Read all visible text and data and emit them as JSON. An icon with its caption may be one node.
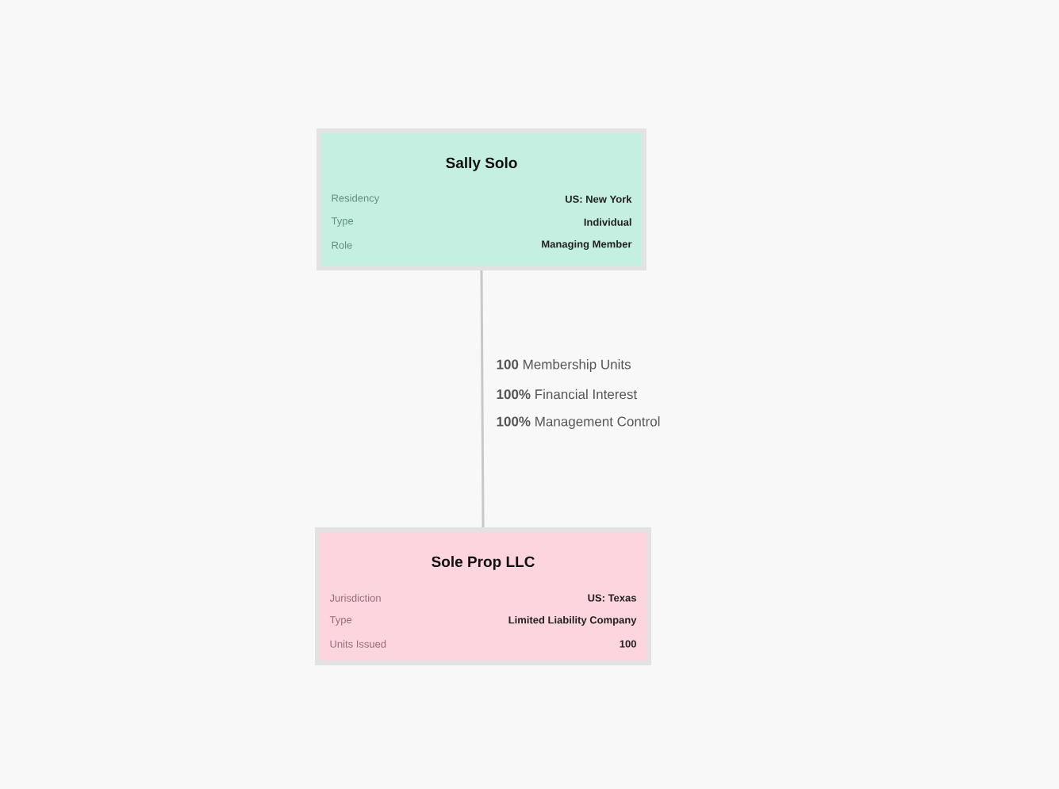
{
  "diagram": {
    "nodes": [
      {
        "text": [
          "Sally Solo",
          "Residency",
          "US: New York",
          "Type",
          "Individual",
          "Role",
          "Managing Member"
        ]
      },
      {
        "text": [
          "Sole Prop LLC",
          "Jurisdiction",
          "US: Texas",
          "Type",
          "Limited Liability Company",
          "Units Issued",
          "100"
        ]
      }
    ],
    "edges": [
      {
        "from": 0,
        "to": 1,
        "arrow": "none"
      }
    ],
    "labels": [
      "**100** Membership Units",
      "**100%** Financial Interest",
      "**100%** Management Control"
    ]
  }
}
